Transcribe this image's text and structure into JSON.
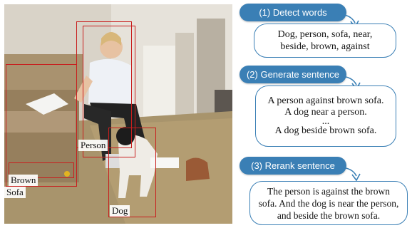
{
  "photo": {
    "labels": {
      "person": "Person",
      "brown": "Brown",
      "sofa": "Sofa",
      "dog": "Dog"
    }
  },
  "steps": [
    {
      "title": "(1) Detect words",
      "lines": [
        "Dog, person, sofa, near,",
        "beside, brown, against"
      ]
    },
    {
      "title": "(2) Generate sentence",
      "lines": [
        "A person against brown sofa.",
        "A dog near a person.",
        "...",
        "A dog beside brown sofa."
      ]
    },
    {
      "title": "(3) Rerank sentence",
      "lines": [
        "The person is against the brown",
        "sofa. And the dog is near the person,",
        "and beside the brown sofa."
      ]
    }
  ],
  "colors": {
    "accent": "#3a7fb5",
    "box": "#c81e1e"
  }
}
